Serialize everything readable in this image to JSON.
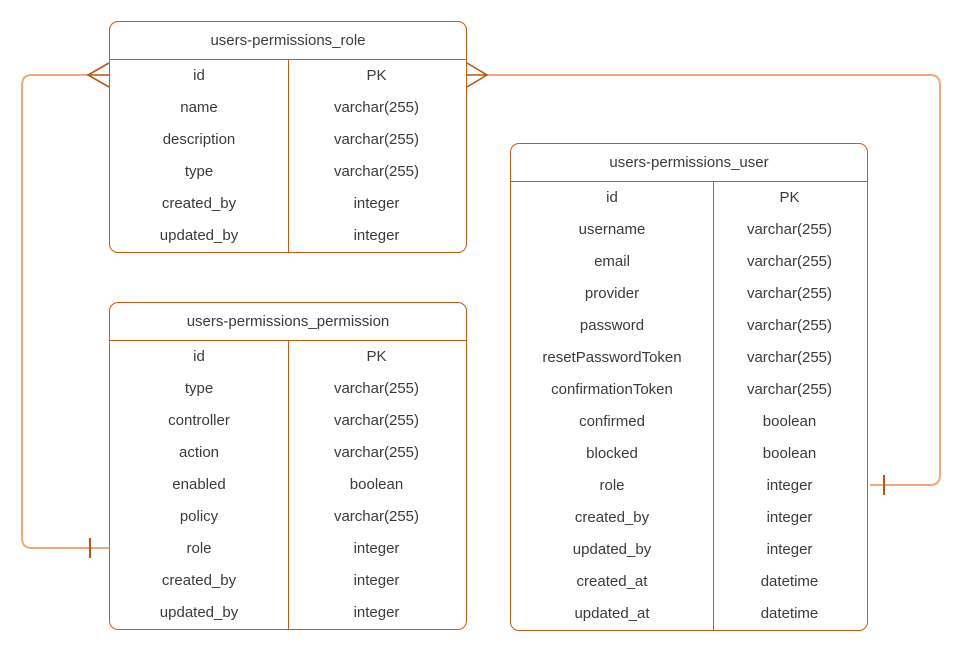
{
  "diagram": {
    "colors": {
      "table-border": "#C85A16",
      "connector": "#EFA97E",
      "marker": "#BE5514",
      "text": "#3B3B3B",
      "canvas-bg": "#FFFFFF"
    },
    "tables": {
      "role": {
        "title": "users-permissions_role",
        "fields": [
          {
            "name": "id",
            "type": "PK"
          },
          {
            "name": "name",
            "type": "varchar(255)"
          },
          {
            "name": "description",
            "type": "varchar(255)"
          },
          {
            "name": "type",
            "type": "varchar(255)"
          },
          {
            "name": "created_by",
            "type": "integer"
          },
          {
            "name": "updated_by",
            "type": "integer"
          }
        ]
      },
      "permission": {
        "title": "users-permissions_permission",
        "fields": [
          {
            "name": "id",
            "type": "PK"
          },
          {
            "name": "type",
            "type": "varchar(255)"
          },
          {
            "name": "controller",
            "type": "varchar(255)"
          },
          {
            "name": "action",
            "type": "varchar(255)"
          },
          {
            "name": "enabled",
            "type": "boolean"
          },
          {
            "name": "policy",
            "type": "varchar(255)"
          },
          {
            "name": "role",
            "type": "integer"
          },
          {
            "name": "created_by",
            "type": "integer"
          },
          {
            "name": "updated_by",
            "type": "integer"
          }
        ]
      },
      "user": {
        "title": "users-permissions_user",
        "fields": [
          {
            "name": "id",
            "type": "PK"
          },
          {
            "name": "username",
            "type": "varchar(255)"
          },
          {
            "name": "email",
            "type": "varchar(255)"
          },
          {
            "name": "provider",
            "type": "varchar(255)"
          },
          {
            "name": "password",
            "type": "varchar(255)"
          },
          {
            "name": "resetPasswordToken",
            "type": "varchar(255)"
          },
          {
            "name": "confirmationToken",
            "type": "varchar(255)"
          },
          {
            "name": "confirmed",
            "type": "boolean"
          },
          {
            "name": "blocked",
            "type": "boolean"
          },
          {
            "name": "role",
            "type": "integer"
          },
          {
            "name": "created_by",
            "type": "integer"
          },
          {
            "name": "updated_by",
            "type": "integer"
          },
          {
            "name": "created_at",
            "type": "datetime"
          },
          {
            "name": "updated_at",
            "type": "datetime"
          }
        ]
      }
    },
    "relationships": [
      {
        "from": "users-permissions_role.id",
        "from_cardinality": "many",
        "to": "users-permissions_permission.role",
        "to_cardinality": "one"
      },
      {
        "from": "users-permissions_role.id",
        "from_cardinality": "many",
        "to": "users-permissions_user.role",
        "to_cardinality": "one"
      }
    ]
  }
}
